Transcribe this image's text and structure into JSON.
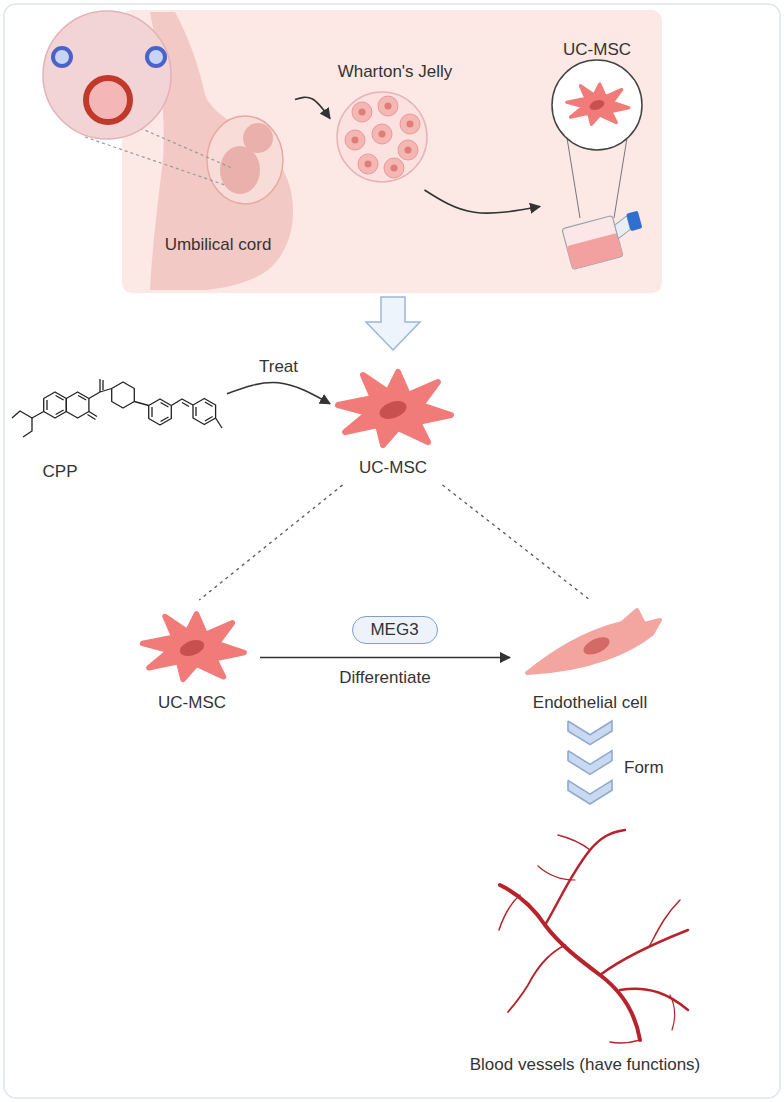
{
  "diagram": {
    "nodes": [
      {
        "text": [
          "Umbilical cord"
        ]
      },
      {
        "text": [
          "Wharton's Jelly"
        ]
      },
      {
        "text": [
          "UC-MSC"
        ]
      },
      {
        "text": [
          "CPP"
        ]
      },
      {
        "text": [
          "UC-MSC"
        ]
      },
      {
        "text": [
          "UC-MSC"
        ]
      },
      {
        "text": [
          "MEG3"
        ]
      },
      {
        "text": [
          "Endothelial cell"
        ]
      },
      {
        "text": [
          "Blood vessels (have functions)"
        ]
      }
    ],
    "edges": [
      {
        "from": 0,
        "to": 1,
        "arrow": "to"
      },
      {
        "from": 1,
        "to": 2,
        "arrow": "to"
      },
      {
        "from": 3,
        "to": 4,
        "label": "Treat",
        "arrow": "to"
      },
      {
        "from": 4,
        "to": 5,
        "arrow": "none"
      },
      {
        "from": 4,
        "to": 7,
        "arrow": "none"
      },
      {
        "from": 5,
        "to": 7,
        "label": "Differentiate",
        "arrow": "to"
      },
      {
        "from": 7,
        "to": 8,
        "label": "Form",
        "arrow": "to"
      }
    ]
  }
}
